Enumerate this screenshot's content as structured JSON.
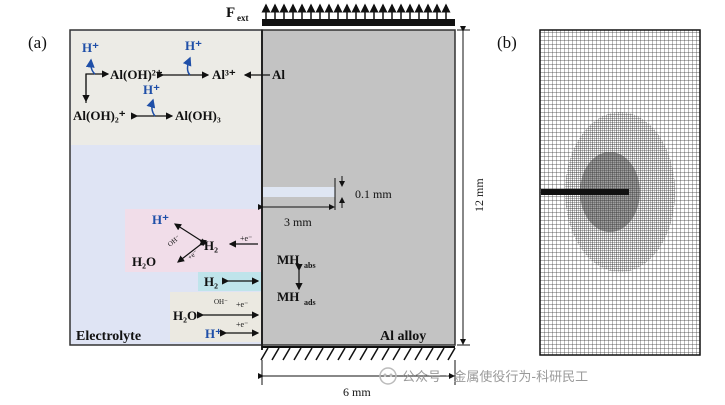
{
  "panel_a": {
    "label": "(a)",
    "force": {
      "main": "F",
      "sub": "ext"
    },
    "species_top": {
      "h1": "H⁺",
      "h2": "H⁺",
      "h3": "H⁺",
      "aloh": "Al(OH)²⁺",
      "al3": "Al³⁺",
      "al": "Al",
      "aloh2": "Al(OH)₂⁺",
      "aloh3": "Al(OH)₃"
    },
    "pink": {
      "h": "H⁺",
      "h2": "H₂",
      "h2o": "H₂O",
      "oh": "OH⁻",
      "e1": "+e⁻",
      "e2": "+e⁻"
    },
    "cyan": {
      "h2": "H₂"
    },
    "beige": {
      "oh": "OH⁻",
      "e1": "+e⁻",
      "h2o": "H₂O",
      "h": "H⁺",
      "e2": "+e⁻"
    },
    "metal": {
      "mh_abs": "MH",
      "abs": "abs",
      "mh_ads": "MH",
      "ads": "ads"
    },
    "dims": {
      "crack_width": "0.1 mm",
      "crack_length": "3 mm",
      "height": "12 mm",
      "width": "6 mm"
    },
    "electrolyte_label": "Electrolyte",
    "alloy_label": "Al alloy"
  },
  "panel_b": {
    "label": "(b)"
  },
  "watermark": "公众号 · 金属使役行为-科研民工",
  "colors": {
    "electrolyte": "#dfe4f4",
    "top_box": "#ecebe6",
    "alloy": "#c3c3c3",
    "pink": "#f1dde9",
    "cyan": "#bfe4eb",
    "beige": "#ebe9e1",
    "blue": "#1f4fa8"
  }
}
